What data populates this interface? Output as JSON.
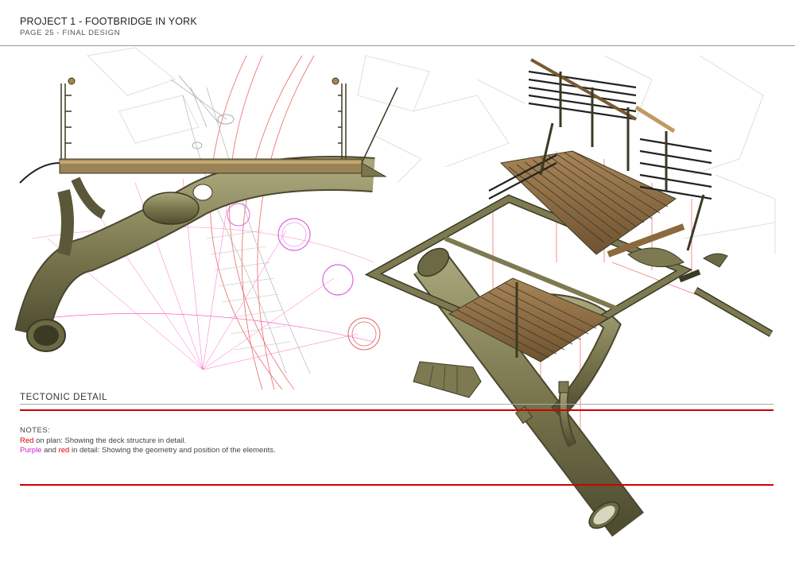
{
  "header": {
    "title": "PROJECT 1 - FOOTBRIDGE IN YORK",
    "subtitle": "PAGE 25 - FINAL DESIGN"
  },
  "section": {
    "title": "TECTONIC DETAIL"
  },
  "notes": {
    "heading": "NOTES:",
    "line1_color_word": "Red",
    "line1_text": " on plan: Showing the deck structure in detail.",
    "line2_color_word1": "Purple",
    "line2_and": " and ",
    "line2_color_word2": "red",
    "line2_text": " in detail: Showing the geometry and position of the elements."
  },
  "colors": {
    "rule_red": "#d10000",
    "note_red": "#e00000",
    "note_purple": "#cc22cc",
    "steel": "#7d7a52",
    "timber": "#8b6a3e"
  }
}
